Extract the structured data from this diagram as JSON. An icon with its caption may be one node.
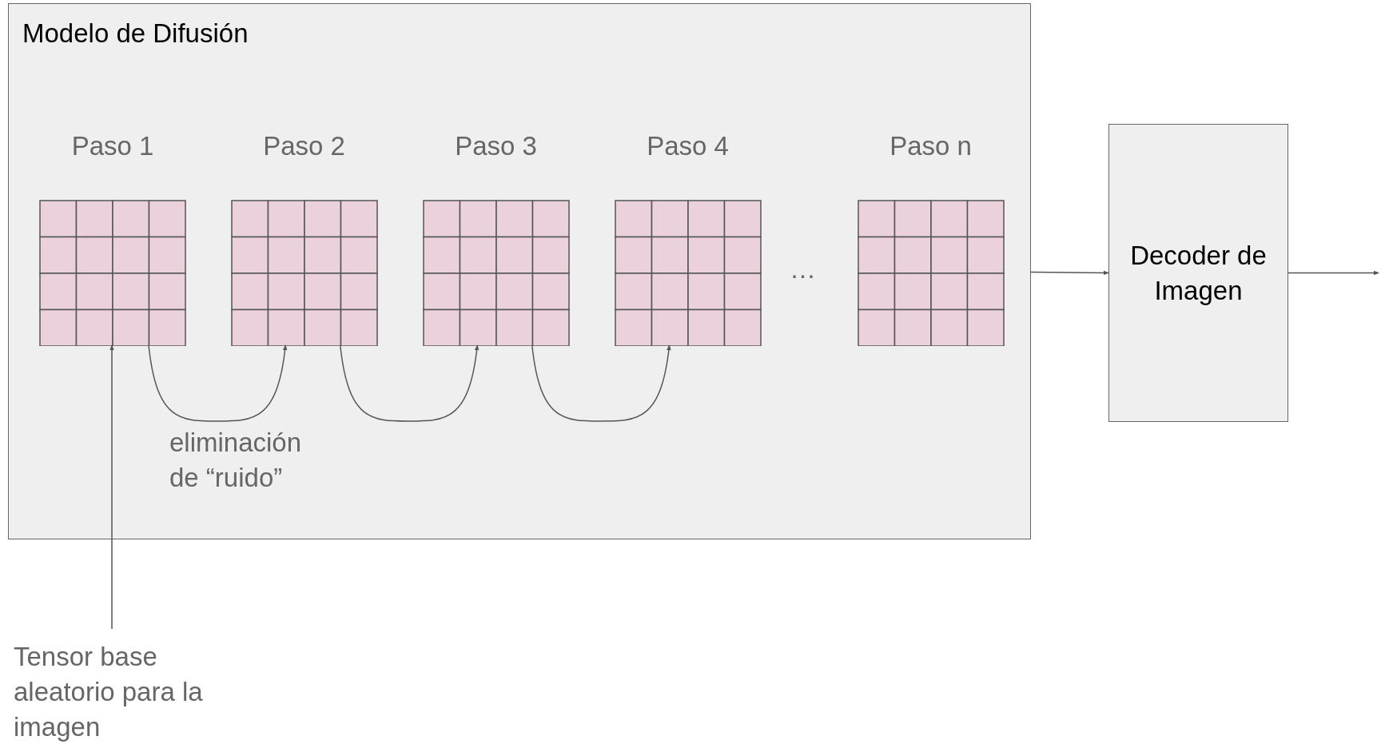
{
  "diagram": {
    "nodes": [
      {
        "text": [
          "Modelo de Difusión"
        ]
      },
      {
        "text": [
          "Paso 1"
        ],
        "in": 0
      },
      {
        "text": [
          "Paso 2"
        ],
        "in": 0
      },
      {
        "text": [
          "Paso 3"
        ],
        "in": 0
      },
      {
        "text": [
          "Paso 4"
        ],
        "in": 0
      },
      {
        "text": [
          "Paso n"
        ],
        "in": 0
      },
      {
        "text": [
          "Decoder de Imagen"
        ]
      },
      {
        "text": [
          "Tensor base aleatorio para la imagen"
        ]
      }
    ],
    "edges": [
      {
        "from": 7,
        "to": 1,
        "arrow": "to"
      },
      {
        "from": 1,
        "to": 2,
        "arrow": "to",
        "label": "eliminación de “ruido”"
      },
      {
        "from": 2,
        "to": 3,
        "arrow": "to"
      },
      {
        "from": 3,
        "to": 4,
        "arrow": "to"
      },
      {
        "from": 0,
        "to": 6,
        "arrow": "to"
      },
      {
        "from": 6,
        "to": null,
        "arrow": "to"
      }
    ],
    "labels": [
      "…"
    ]
  }
}
